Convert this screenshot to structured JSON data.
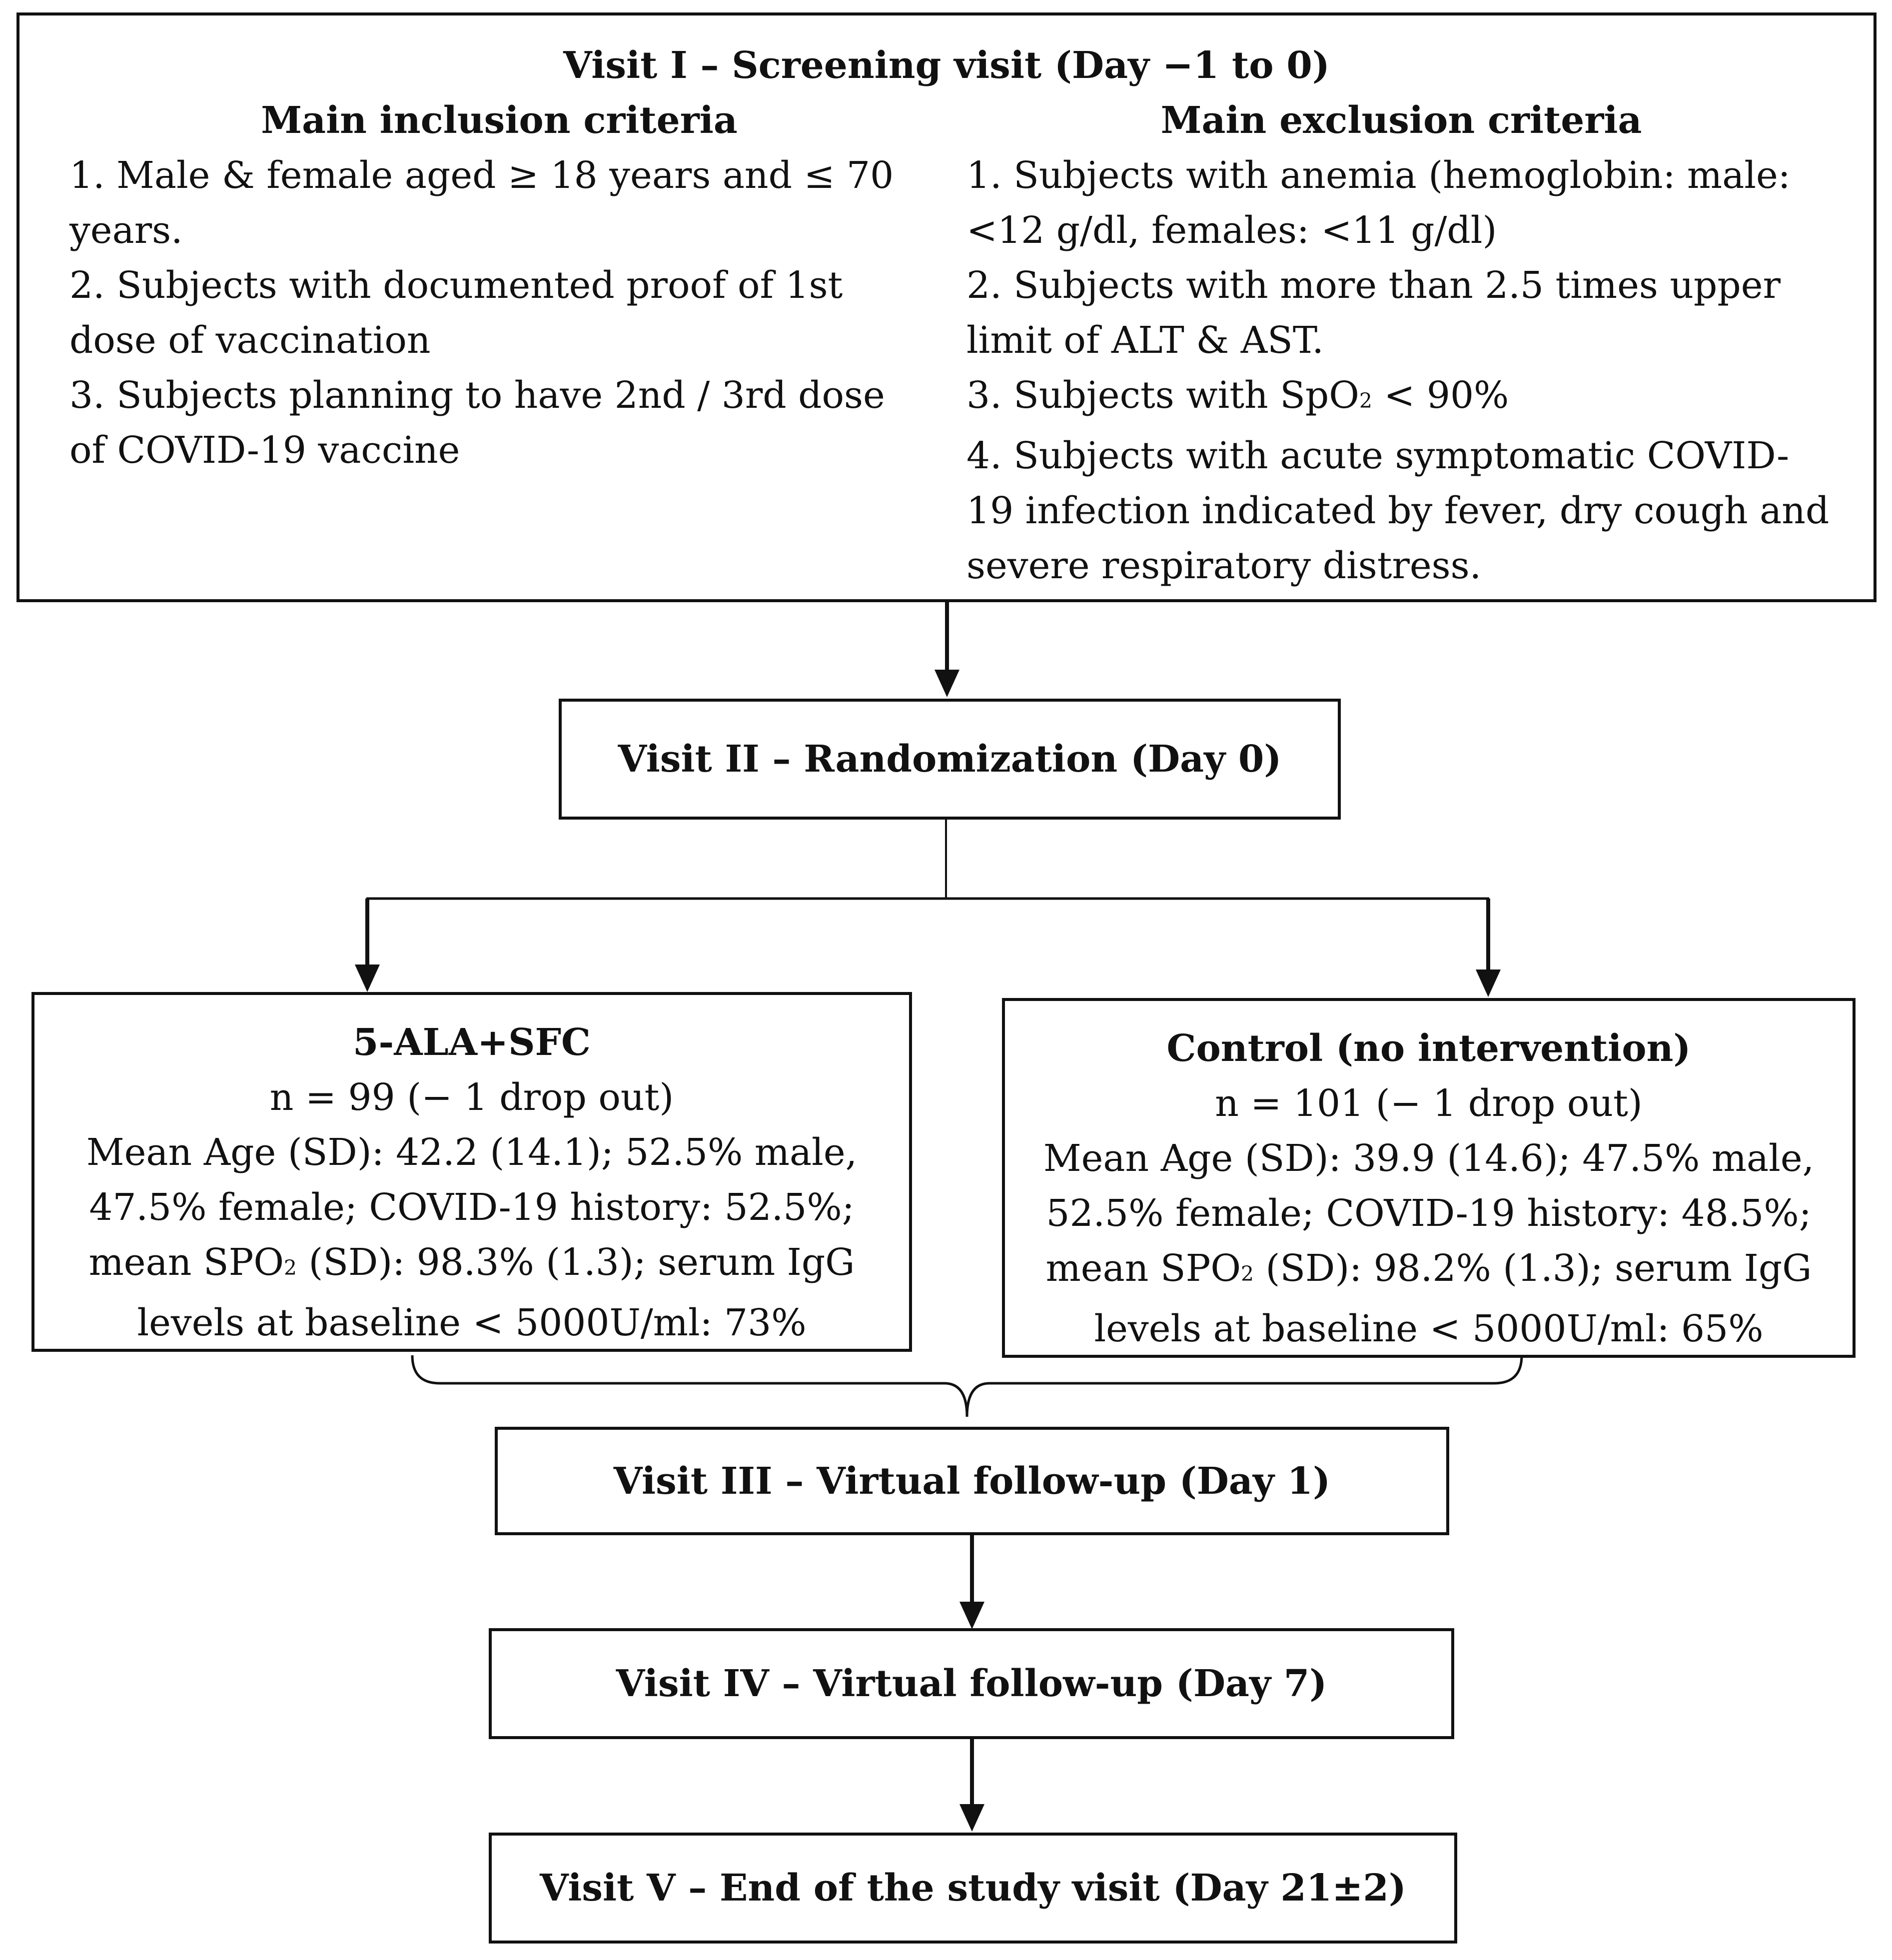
{
  "visit1": {
    "title": "Visit I – Screening visit (Day −1 to 0)",
    "inclusion": {
      "heading": "Main inclusion criteria",
      "items": [
        "1. Male & female aged ≥ 18 years and ≤ 70 years.",
        "2. Subjects with documented proof of 1st dose of vaccination",
        "3. Subjects planning to have 2nd / 3rd dose of COVID-19 vaccine"
      ]
    },
    "exclusion": {
      "heading": "Main exclusion criteria",
      "items": [
        "1. Subjects with anemia (hemoglobin: male: <12 g/dl, females: <11 g/dl)",
        "2. Subjects with more than 2.5 times upper limit of ALT & AST."
      ],
      "item3_pre": "3. Subjects with SpO",
      "item3_sub": "2",
      "item3_post": " < 90%",
      "item4": "4. Subjects with acute symptomatic COVID-19 infection indicated by fever, dry cough and severe respiratory distress."
    }
  },
  "visit2": {
    "title": "Visit II – Randomization (Day 0)"
  },
  "arm_treatment": {
    "title": "5-ALA+SFC",
    "n": "n = 99 (− 1 drop out)",
    "line1": "Mean Age (SD): 42.2 (14.1); 52.5% male,",
    "line2": "47.5% female; COVID-19 history: 52.5%;",
    "line3_pre": "mean SPO",
    "line3_sub": "2",
    "line3_post": " (SD): 98.3% (1.3); serum IgG",
    "line4": "levels at baseline < 5000U/ml: 73%"
  },
  "arm_control": {
    "title": "Control (no intervention)",
    "n": "n = 101 (− 1 drop out)",
    "line1": "Mean Age (SD): 39.9 (14.6); 47.5% male,",
    "line2": "52.5% female; COVID-19 history: 48.5%;",
    "line3_pre": "mean SPO",
    "line3_sub": "2",
    "line3_post": " (SD): 98.2% (1.3); serum IgG",
    "line4": "levels at baseline < 5000U/ml: 65%"
  },
  "visit3": {
    "title": "Visit III – Virtual follow-up (Day 1)"
  },
  "visit4": {
    "title": "Visit IV – Virtual follow-up (Day 7)"
  },
  "visit5": {
    "title": "Visit V – End of the study visit (Day 21±2)"
  }
}
